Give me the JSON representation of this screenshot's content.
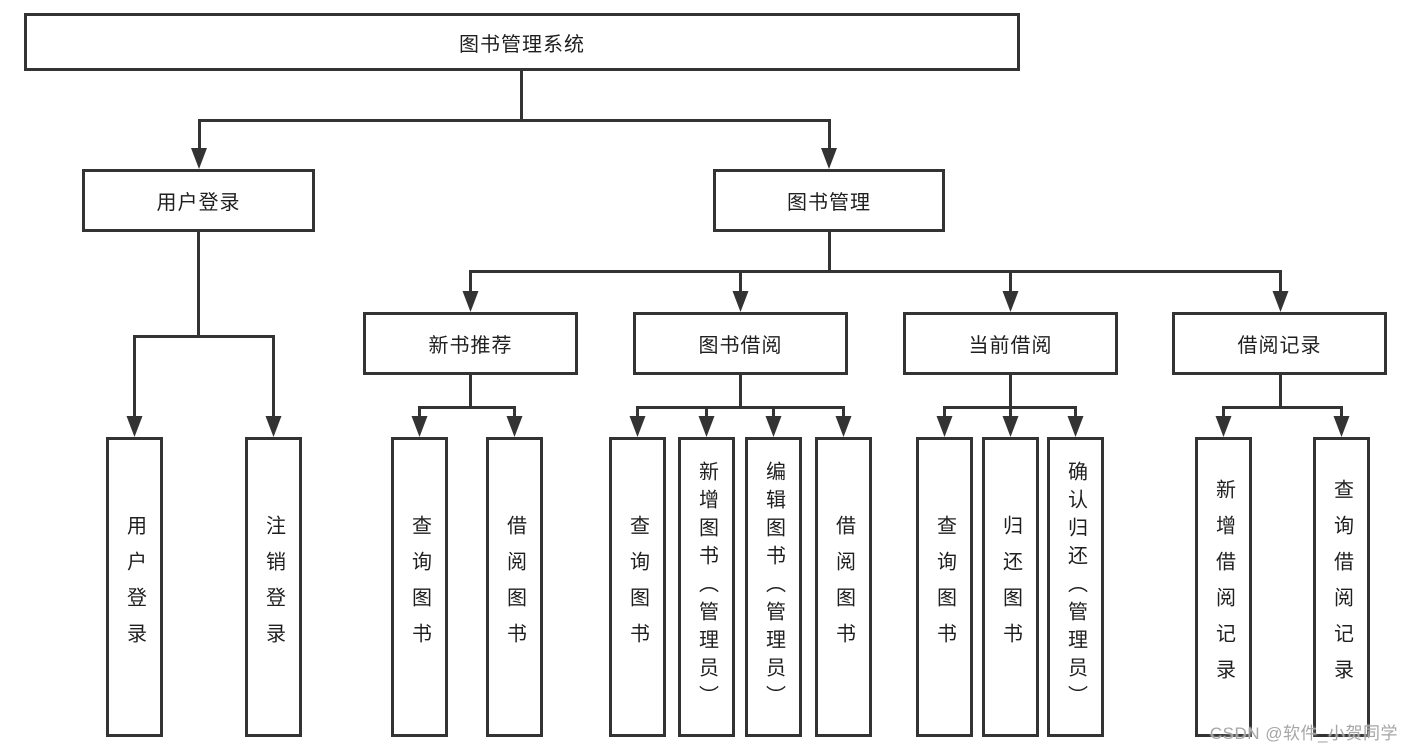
{
  "tree": {
    "root": "图书管理系统",
    "user_login": {
      "label": "用户登录",
      "children": [
        "用户登录",
        "注销登录"
      ]
    },
    "book_mgmt": {
      "label": "图书管理",
      "sections": [
        {
          "label": "新书推荐",
          "children": [
            "查询图书",
            "借阅图书"
          ]
        },
        {
          "label": "图书借阅",
          "children": [
            "查询图书",
            "新增图书（管理员）",
            "编辑图书（管理员）",
            "借阅图书"
          ]
        },
        {
          "label": "当前借阅",
          "children": [
            "查询图书",
            "归还图书",
            "确认归还（管理员）"
          ]
        },
        {
          "label": "借阅记录",
          "children": [
            "新增借阅记录",
            "查询借阅记录"
          ]
        }
      ]
    }
  },
  "watermark": "CSDN @软件_小贺同学",
  "colors": {
    "line": "#333333",
    "box_border": "#333333",
    "text": "#1f1f1f",
    "watermark": "#a6a6a6",
    "background": "#ffffff"
  },
  "icons": {
    "arrowhead": "filled-down-triangle"
  }
}
